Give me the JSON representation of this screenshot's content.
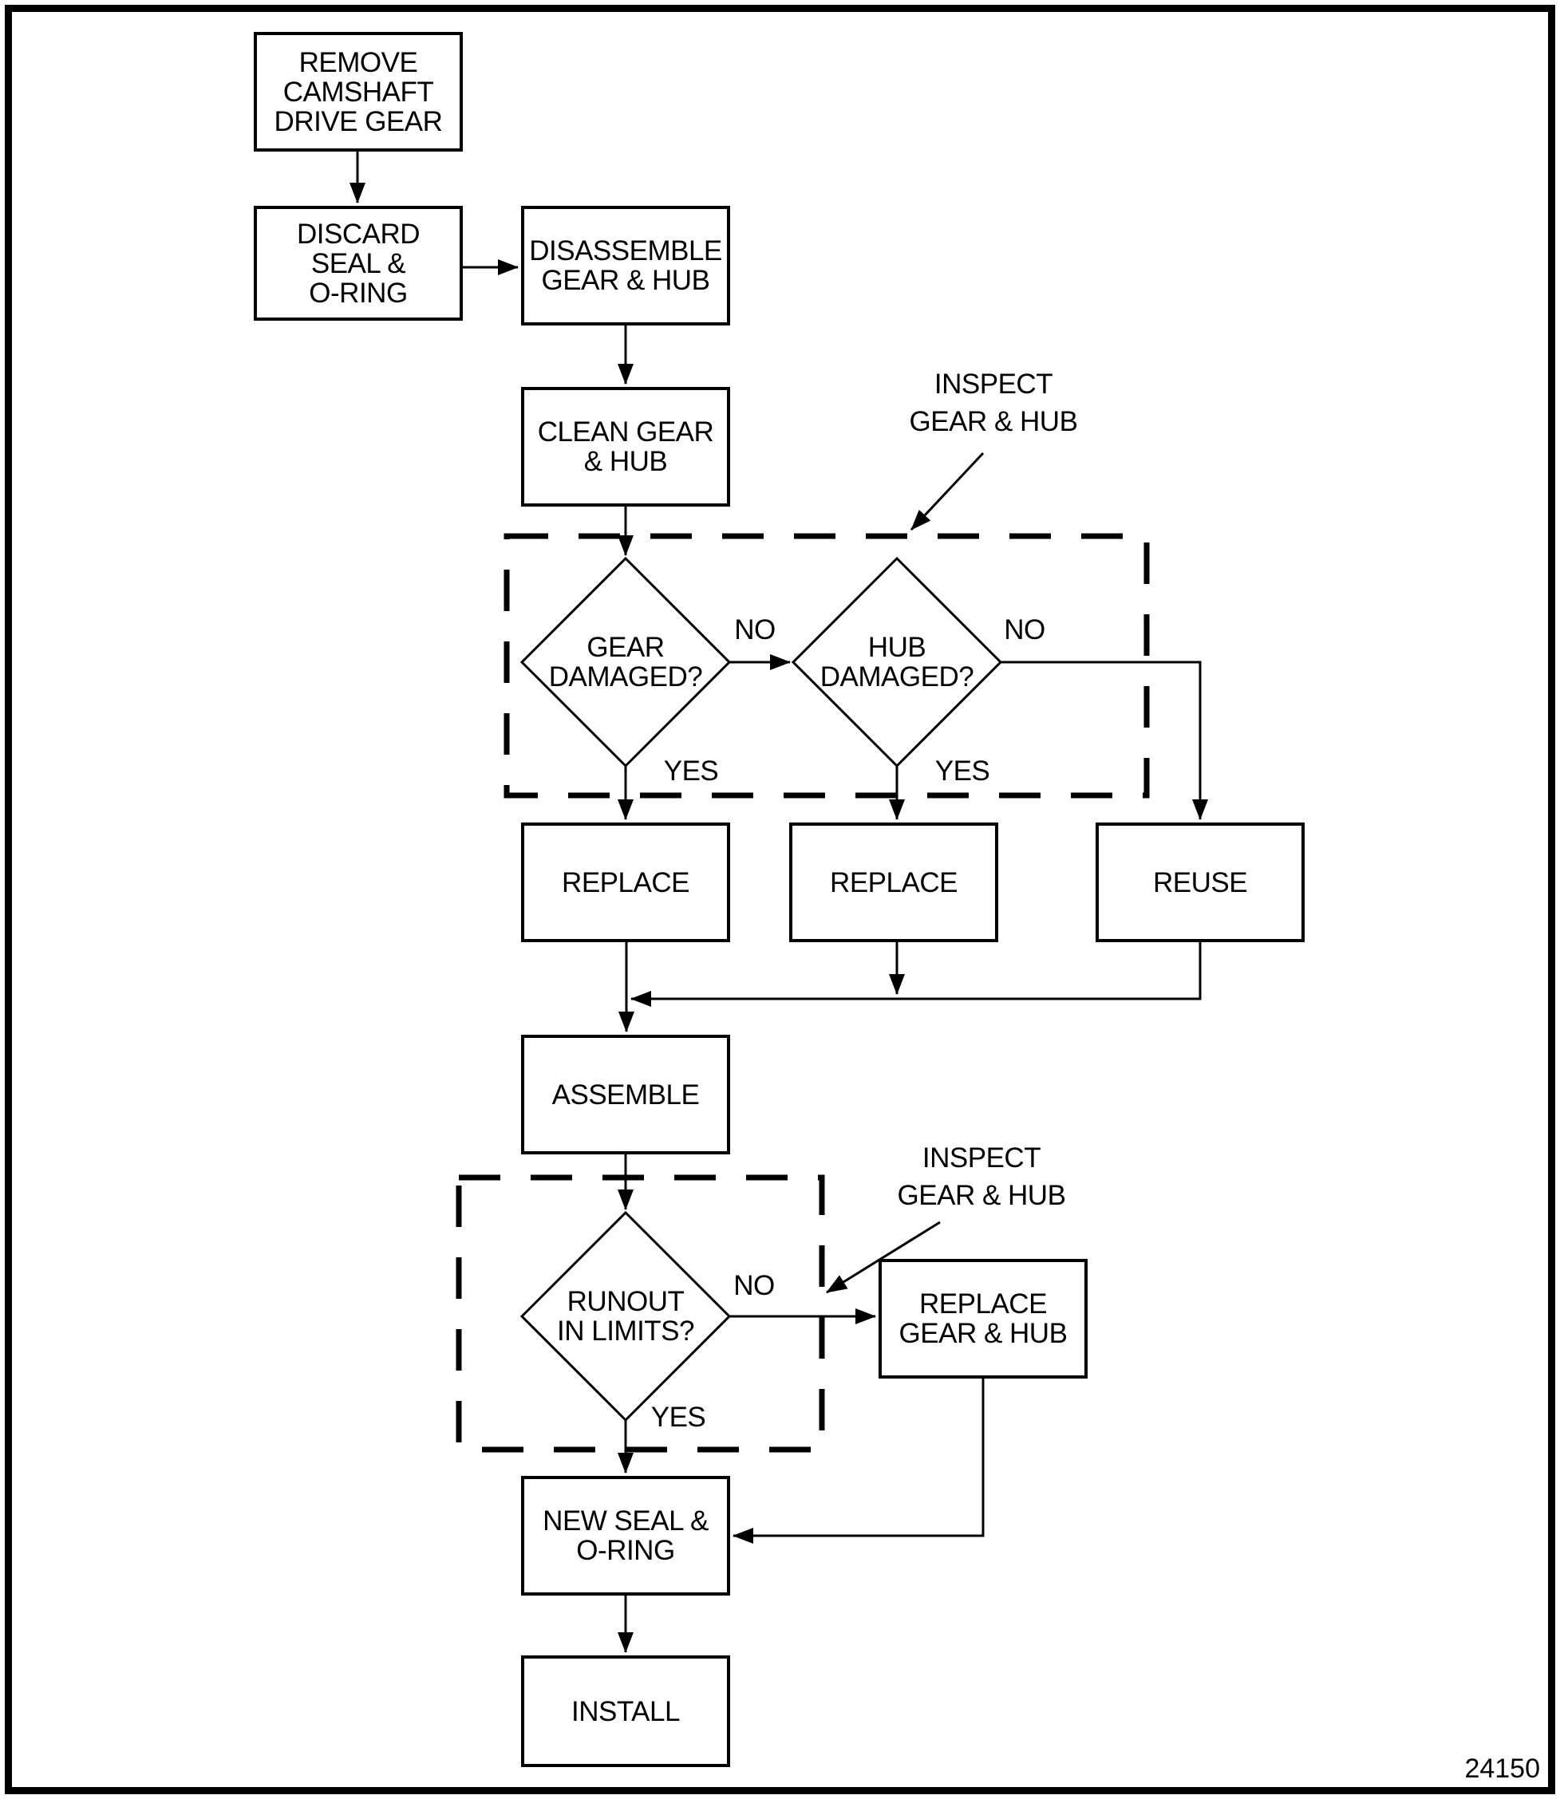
{
  "figure_number": "24150",
  "nodes": {
    "remove": "REMOVE\nCAMSHAFT\nDRIVE GEAR",
    "discard": "DISCARD\nSEAL &\nO-RING",
    "disassemble": "DISASSEMBLE\nGEAR & HUB",
    "clean": "CLEAN GEAR\n& HUB",
    "replace_gear": "REPLACE",
    "replace_hub": "REPLACE",
    "reuse": "REUSE",
    "assemble": "ASSEMBLE",
    "replace_gear_hub": "REPLACE\nGEAR & HUB",
    "new_seal": "NEW SEAL &\nO-RING",
    "install": "INSTALL"
  },
  "decisions": {
    "gear_damaged": "GEAR\nDAMAGED?",
    "hub_damaged": "HUB\nDAMAGED?",
    "runout_in_limits": "RUNOUT\nIN LIMITS?"
  },
  "edge_labels": {
    "gear_no": "NO",
    "gear_yes": "YES",
    "hub_no": "NO",
    "hub_yes": "YES",
    "runout_no": "NO",
    "runout_yes": "YES"
  },
  "annotations": {
    "inspect_top": "INSPECT\nGEAR & HUB",
    "inspect_bottom": "INSPECT\nGEAR & HUB"
  },
  "colors": {
    "ink": "#000000",
    "paper": "#ffffff"
  }
}
